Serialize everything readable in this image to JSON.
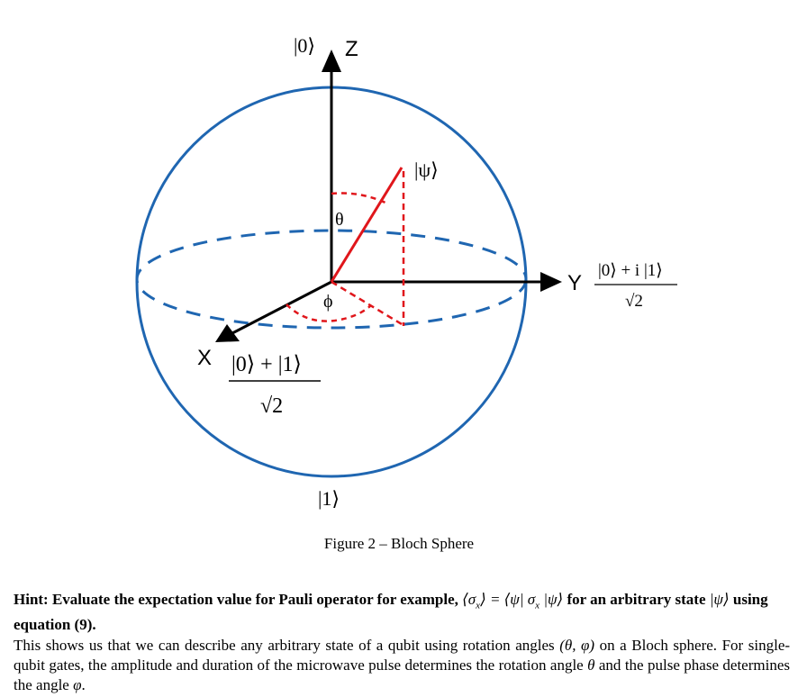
{
  "figure": {
    "ket0": "|0⟩",
    "ket1": "|1⟩",
    "ket_psi": "|ψ⟩",
    "axis_z": "Z",
    "axis_y": "Y",
    "axis_x": "X",
    "theta": "θ",
    "phi": "ϕ",
    "y_state_num": "|0⟩ + i |1⟩",
    "x_state_num": "|0⟩ + |1⟩",
    "sqrt2": "√2",
    "sphere_color": "#1f66b1",
    "vector_color": "#e0161b"
  },
  "caption": "Figure 2 – Bloch Sphere",
  "hint": {
    "text_a": "Hint: Evaluate the expectation value for Pauli operator for example, ",
    "math_a": "⟨σ",
    "math_a_sub": "x",
    "math_a2": "⟩ = ⟨ψ| σ",
    "math_a3_sub": "x",
    "math_a4": " |ψ⟩",
    "text_b": " for an arbitrary state ",
    "math_b": "|ψ⟩",
    "text_c": " using equation (9)."
  },
  "body": {
    "t1": "This shows us that we can describe any arbitrary state of a qubit using rotation angles ",
    "m1": "(θ, φ)",
    "t2": " on a Bloch sphere. For single-qubit gates, the amplitude and duration of the microwave pulse determines the rotation angle ",
    "m2": "θ",
    "t3": " and the pulse phase determines the angle ",
    "m3": "φ",
    "t4": "."
  }
}
